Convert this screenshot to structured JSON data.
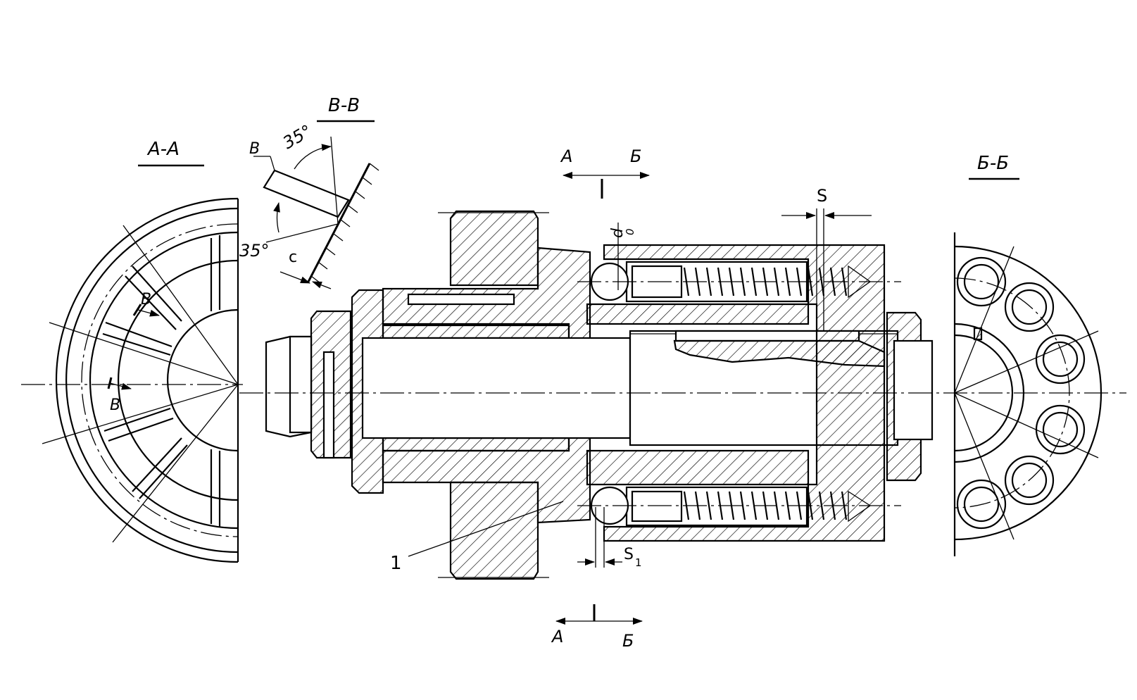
{
  "labels": {
    "section_aa": "А-А",
    "section_bb": "Б-Б",
    "section_vv": "В-В",
    "cut_a_top": "А",
    "cut_b_top": "Б",
    "cut_a_bottom": "А",
    "cut_b_bottom": "Б",
    "cut_v_upper": "В",
    "cut_v_lower": "В",
    "detail_v": "В",
    "angle_top": "35°",
    "angle_bottom": "35°",
    "dim_c": "c",
    "dim_s": "S",
    "dim_s1": "S",
    "dim_s1_sub": "1",
    "dim_d0": "d",
    "dim_d0_sub": "0",
    "part_1": "1"
  }
}
